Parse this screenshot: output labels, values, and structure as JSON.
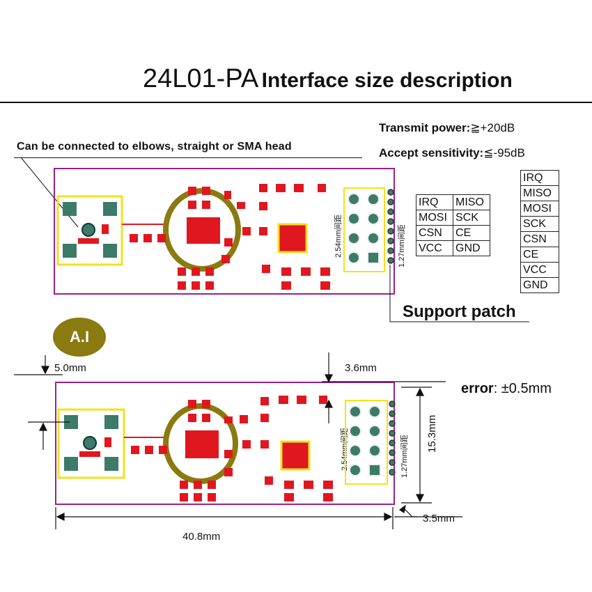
{
  "title": {
    "model": "24L01-PA",
    "description": "Interface size description"
  },
  "connector_note": "Can be connected to elbows, straight or SMA head",
  "specs": {
    "transmit_label": "Transmit power:",
    "transmit_value": "≧+20dB",
    "sensitivity_label": "Accept sensitivity:",
    "sensitivity_value": "≦-95dB"
  },
  "pin_grid": [
    [
      "IRQ",
      "MISO"
    ],
    [
      "MOSI",
      "SCK"
    ],
    [
      "CSN",
      "CE"
    ],
    [
      "VCC",
      "GND"
    ]
  ],
  "pin_list": [
    "IRQ",
    "MISO",
    "MOSI",
    "SCK",
    "CSN",
    "CE",
    "VCC",
    "GND"
  ],
  "support_patch_label": "Support patch",
  "pitch_labels": {
    "p254": "2.54mm间距",
    "p127": "1.27mm间距"
  },
  "dimensions": {
    "top_margin": "5.0mm",
    "right_top": "3.6mm",
    "height": "15.3mm",
    "width": "40.8mm",
    "right_bottom": "3.5mm",
    "error_label": "error",
    "error_value": ": ±0.5mm"
  },
  "logo_text": "A.I",
  "colors": {
    "board_outline": "#9b1f8f",
    "pad": "#e0171f",
    "silk": "#f2e21a",
    "copper": "#8a7a10",
    "via": "#3c7a6a"
  }
}
